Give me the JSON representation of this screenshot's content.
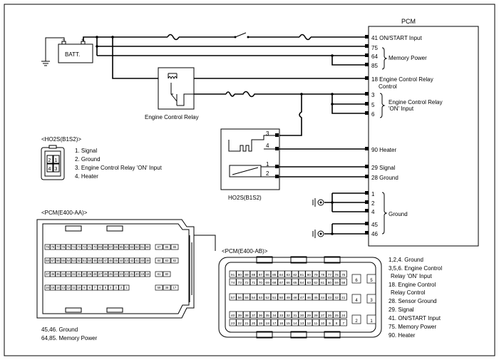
{
  "pcm": {
    "title": "PCM",
    "pins": [
      "41 ON/START Input",
      "75",
      "64",
      "85",
      "18 Engine Control Relay",
      "Control",
      "3",
      "5",
      "6",
      "90 Heater",
      "29 Signal",
      "28 Ground",
      "1",
      "2",
      "4",
      "45",
      "46"
    ],
    "memory_power": "Memory Power",
    "relay_on_input_1": "Engine Control Relay",
    "relay_on_input_2": "'ON' Input",
    "ground": "Ground"
  },
  "battery": {
    "label": "BATT."
  },
  "relay": {
    "label": "Engine Control Relay"
  },
  "sensor": {
    "label": "HO2S(B1S2)",
    "pins": [
      "3",
      "4",
      "1",
      "2"
    ]
  },
  "ho2s_connector": {
    "title": "<HO2S(B1S2)>",
    "cells": [
      "2",
      "1",
      "4",
      "3"
    ],
    "legend": [
      "1. Signal",
      "2. Ground",
      "3. Engine Control Relay 'ON' Input",
      "4. Heater"
    ]
  },
  "pcm_aa": {
    "title": "<PCM(E400-AA)>",
    "notes": [
      "45,46. Ground",
      "64,85. Memory Power"
    ],
    "rows": [
      [
        "79",
        "78",
        "77",
        "76",
        "75",
        "74",
        "73",
        "72",
        "71",
        "70",
        "69",
        "68",
        "67",
        "66",
        "65",
        "64",
        "63",
        "62",
        "61",
        "60"
      ],
      [
        "58",
        "57",
        "56",
        "55",
        "54",
        "53",
        "52",
        "51",
        "50",
        "49",
        "48",
        "47",
        "46",
        "45",
        "44",
        "43",
        "42",
        "41",
        "40",
        "39"
      ],
      [
        "37",
        "36",
        "35",
        "34",
        "33",
        "32",
        "31",
        "30",
        "29",
        "28",
        "27",
        "26",
        "25",
        "24",
        "23",
        "22",
        "21",
        "20",
        "19",
        "18"
      ],
      [
        "16",
        "15",
        "14",
        "13",
        "12",
        "11",
        "10",
        "9",
        "8",
        "7",
        "6",
        "5",
        "4",
        "3",
        "2",
        "1"
      ]
    ],
    "side_rows": [
      [
        "87",
        "86",
        "85"
      ],
      [
        "84",
        "83",
        "82"
      ],
      [
        "81",
        "80"
      ],
      [
        "59",
        "38",
        "17"
      ]
    ]
  },
  "pcm_ab": {
    "title": "<PCM(E400-AB)>",
    "rows": [
      [
        "91",
        "90",
        "89",
        "88",
        "87",
        "86",
        "85",
        "84",
        "83",
        "82",
        "81",
        "80",
        "79",
        "78",
        "77",
        "76",
        "75"
      ],
      [
        "74",
        "73",
        "72",
        "71",
        "70",
        "69",
        "68",
        "67",
        "66",
        "65",
        "64",
        "63",
        "62",
        "61",
        "60",
        "59",
        "58"
      ],
      [
        "57",
        "56",
        "55",
        "54",
        "53",
        "52",
        "51",
        "50",
        "49",
        "48",
        "47",
        "46",
        "45",
        "44",
        "43",
        "42",
        "41"
      ],
      [
        "40",
        "39",
        "38",
        "37",
        "36",
        "35",
        "34",
        "33",
        "32",
        "31",
        "30",
        "29",
        "28",
        "27",
        "26",
        "25",
        "24"
      ],
      [
        "23",
        "22",
        "21",
        "20",
        "19",
        "18",
        "17",
        "16",
        "15",
        "14",
        "13",
        "12",
        "11",
        "10",
        "9",
        "8",
        "7"
      ]
    ],
    "side_cells": [
      "6",
      "5",
      "4",
      "3",
      "2",
      "1"
    ]
  },
  "legend_right": [
    "1,2,4. Ground",
    "3,5,6. Engine Control",
    "Relay 'ON' Input",
    "18. Engine Control",
    "Relay Control",
    "28. Sensor Ground",
    "29. Signal",
    "41. ON/START Input",
    "75. Memory Power",
    "90. Heater"
  ]
}
